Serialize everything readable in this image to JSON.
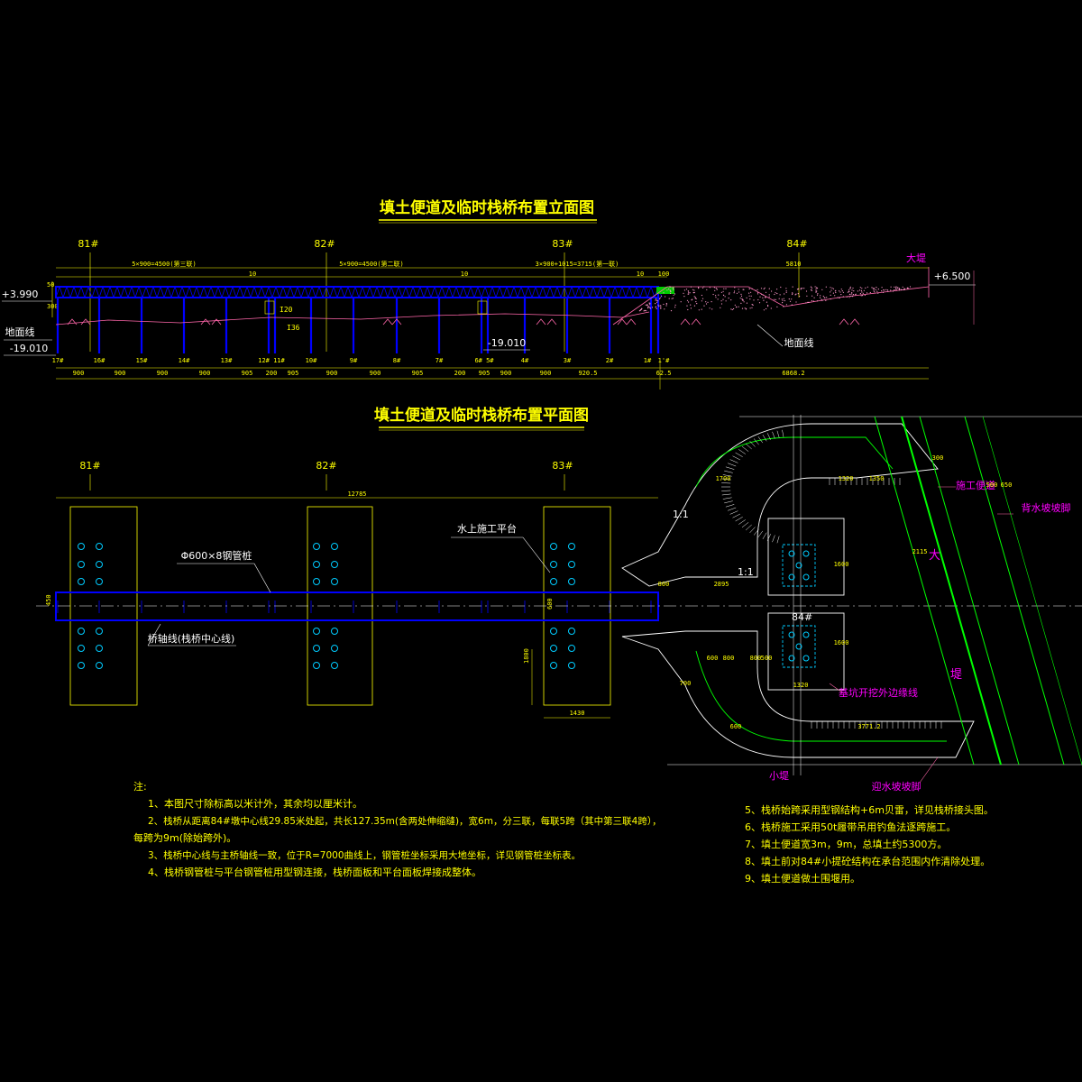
{
  "elevation": {
    "title": "填土便道及临时栈桥布置立面图",
    "piers": [
      "81#",
      "82#",
      "83#",
      "84#"
    ],
    "spans": [
      "5×900=4500(第三联)",
      "5×900=4500(第二联)",
      "3×900+1015=3715(第一联)",
      "5810"
    ],
    "joint_labels": [
      "10",
      "10",
      "10",
      "100"
    ],
    "dike": "大堤",
    "elev_left": "+3.990",
    "elev_right": "+6.500",
    "elev_bottom": "-19.010",
    "elev_mid": "-19.010",
    "ground_left": "地面线",
    "ground_right": "地面线",
    "beam": "I36",
    "beam2": "I20",
    "left_dims": [
      "50",
      "300"
    ],
    "pile_ids": [
      "17#",
      "16#",
      "15#",
      "14#",
      "13#",
      "12# 11#",
      "10#",
      "9#",
      "8#",
      "7#",
      "6# 5#",
      "4#",
      "3#",
      "2#",
      "1#",
      "1'#"
    ],
    "bottom_dims": [
      "900",
      "900",
      "900",
      "900",
      "905",
      "200",
      "905",
      "900",
      "900",
      "905",
      "200",
      "905",
      "900",
      "900",
      "920.5",
      "62.5",
      "6868.2"
    ]
  },
  "plan": {
    "title": "填土便道及临时栈桥布置平面图",
    "piers": [
      "81#",
      "82#",
      "83#",
      "84#"
    ],
    "total_dim": "12785",
    "pile_label": "Φ600×8钢管桩",
    "platform_label": "水上施工平台",
    "axis_label": "桥轴线(栈桥中心线)",
    "width_dim": "450",
    "cap_dims": [
      "1800",
      "1430"
    ],
    "mid_dims": [
      "600",
      "1800"
    ],
    "road_label": "施工便道",
    "back_toe": "背水坡坡脚",
    "front_toe": "迎水坡坡脚",
    "pit_line": "基坑开挖外边缘线",
    "small_dike": "小堤",
    "big_dike_1": "大",
    "big_dike_2": "堤",
    "slope": "1:1",
    "slope2": "1:1",
    "dims_top": [
      "1700",
      "1320",
      "1350",
      "500"
    ],
    "dims_misc": [
      "2115",
      "2895",
      "1600",
      "1600",
      "3771.2",
      "1320",
      "600",
      "800",
      "800",
      "500",
      "600",
      "800",
      "700",
      "650",
      "300"
    ]
  },
  "notes": {
    "heading": "注:",
    "left": [
      "1、本图尺寸除标高以米计外，其余均以厘米计。",
      "2、栈桥从距离84#墩中心线29.85米处起，共长127.35m(含两处伸缩缝)，宽6m，分三联，每联5跨（其中第三联4跨），",
      "每跨为9m(除始跨外)。",
      "3、栈桥中心线与主桥轴线一致，位于R=7000曲线上，钢管桩坐标采用大地坐标，详见钢管桩坐标表。",
      "4、栈桥钢管桩与平台钢管桩用型钢连接，栈桥面板和平台面板焊接成整体。"
    ],
    "right": [
      "5、栈桥始跨采用型钢结构+6m贝雷，详见栈桥接头图。",
      "6、栈桥施工采用50t履带吊用钓鱼法逐跨施工。",
      "7、填土便道宽3m，9m，总填土约5300方。",
      "8、填土前对84#小提砼结构在承台范围内作清除处理。",
      "9、填土便道做土围堰用。"
    ]
  },
  "colors": {
    "bg": "#000000",
    "bridge": "#0000ff",
    "dim": "#ffff00",
    "ground": "#ff66aa",
    "dike": "#00ff00",
    "note": "#ffff00"
  }
}
